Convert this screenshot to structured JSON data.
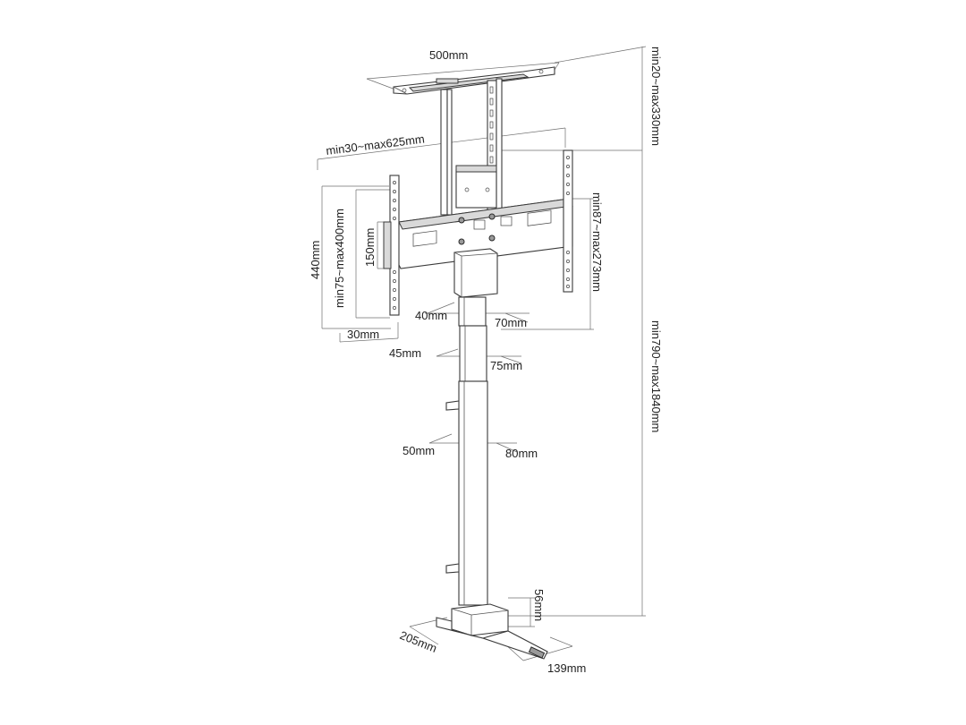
{
  "dimensions": {
    "ceiling_plate_width": "500mm",
    "ceiling_drop": "min20~max330mm",
    "arm_extension": "min30~max625mm",
    "bracket_height": "440mm",
    "vesa_vertical": "min75~max400mm",
    "vesa_small": "150mm",
    "bracket_depth": "min87~max273mm",
    "upper_column_depth": "40mm",
    "upper_column_width": "70mm",
    "bracket_strip_width": "30mm",
    "middle_column_depth": "45mm",
    "middle_column_width": "75mm",
    "lower_column_depth": "50mm",
    "lower_column_width": "80mm",
    "total_height": "min790~max1840mm",
    "base_height": "56mm",
    "base_depth": "205mm",
    "base_width": "139mm"
  }
}
